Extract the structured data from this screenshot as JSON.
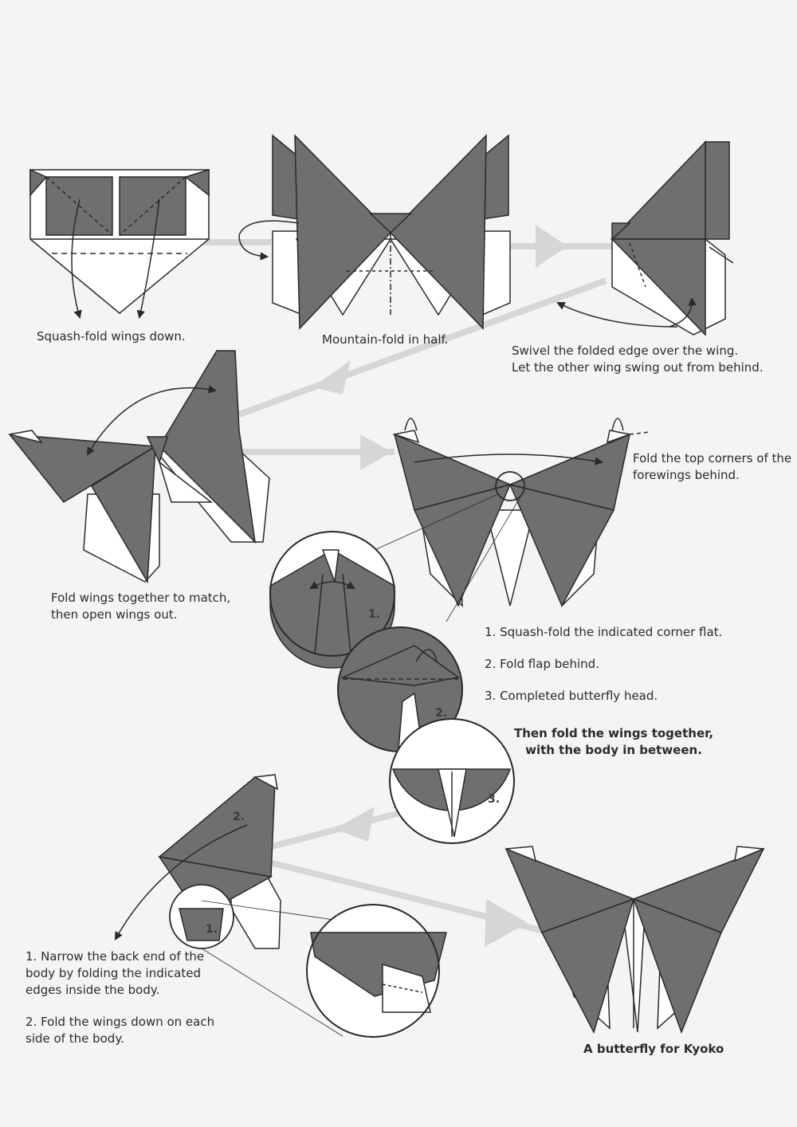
{
  "colors": {
    "paper_dark": "#6f6f6f",
    "paper_light": "#ffffff",
    "line": "#2a2a2a",
    "guide_arrow": "#d6d6d6",
    "background": "#f4f4f2"
  },
  "steps": [
    {
      "id": "squash",
      "caption": "Squash-fold wings down."
    },
    {
      "id": "mountain",
      "caption": "Mountain-fold in half."
    },
    {
      "id": "swivel",
      "lines": [
        "Swivel the folded edge over the wing.",
        "Let the other wing swing out from behind."
      ]
    },
    {
      "id": "open",
      "lines": [
        "Fold wings together to match,",
        "then open wings out."
      ]
    },
    {
      "id": "corners",
      "lines": [
        "Fold the top corners of the",
        "forewings behind."
      ]
    },
    {
      "id": "head",
      "items": [
        "1. Squash-fold the indicated corner flat.",
        "2. Fold flap behind.",
        "3. Completed butterfly head."
      ]
    },
    {
      "id": "together",
      "lines": [
        "Then fold the wings together,",
        "with the body in between."
      ]
    },
    {
      "id": "narrow",
      "paragraphs": [
        [
          "1. Narrow the back end of the",
          "body by folding the indicated",
          "edges inside the body."
        ],
        [
          "2. Fold the wings down on each",
          "side of the body."
        ]
      ]
    },
    {
      "id": "final",
      "caption": "A butterfly for Kyoko"
    }
  ],
  "detail_numbers": [
    "1.",
    "2.",
    "3.",
    "2.",
    "1."
  ]
}
